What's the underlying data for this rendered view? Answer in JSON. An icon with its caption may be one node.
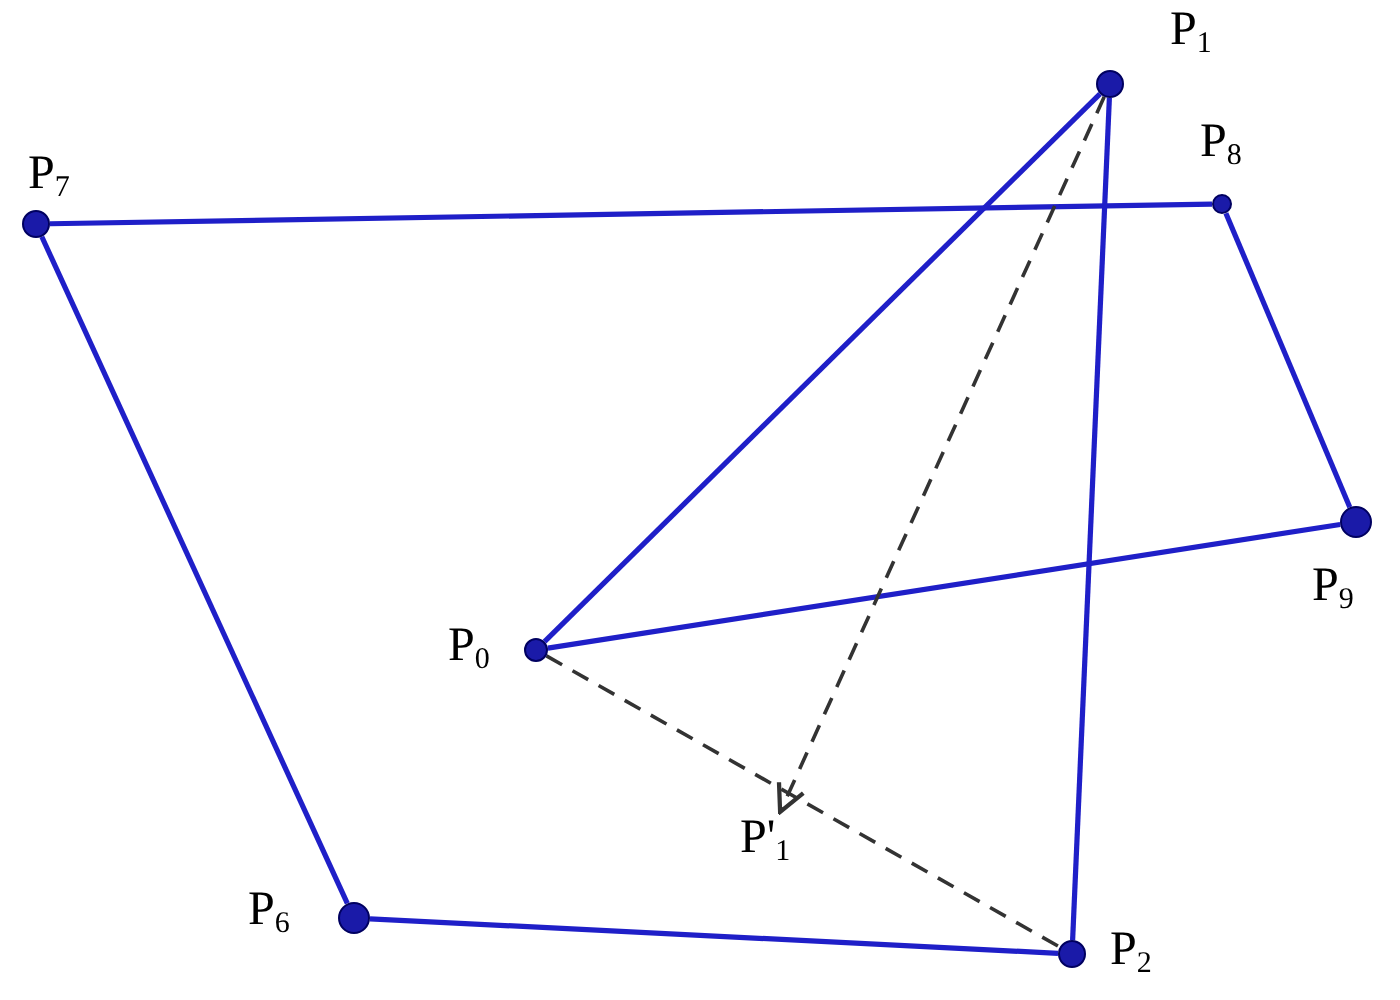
{
  "diagram": {
    "nodes": [
      {
        "text": [],
        "shape": "circle",
        "beside": [
          "P$_{1}$"
        ]
      },
      {
        "text": [],
        "shape": "circle",
        "beside": [
          "P$_{7}$"
        ]
      },
      {
        "text": [],
        "shape": "circle",
        "beside": [
          "P$_{8}$"
        ]
      },
      {
        "text": [],
        "shape": "circle",
        "beside": [
          "P$_{9}$"
        ]
      },
      {
        "text": [],
        "shape": "circle",
        "beside": [
          "P$_{0}$"
        ]
      },
      {
        "text": [
          "P'$_{1}$"
        ]
      },
      {
        "text": [],
        "shape": "circle",
        "beside": [
          "P$_{6}$"
        ]
      },
      {
        "text": [],
        "shape": "circle",
        "beside": [
          "P$_{2}$"
        ]
      }
    ],
    "edges": [
      {
        "from": 1,
        "to": 2,
        "arrow": "none"
      },
      {
        "from": 2,
        "to": 3,
        "arrow": "none"
      },
      {
        "from": 3,
        "to": 4,
        "arrow": "none"
      },
      {
        "from": 4,
        "to": 0,
        "arrow": "none"
      },
      {
        "from": 0,
        "to": 7,
        "arrow": "none"
      },
      {
        "from": 7,
        "to": 6,
        "arrow": "none"
      },
      {
        "from": 6,
        "to": 1,
        "arrow": "none"
      },
      {
        "from": 0,
        "to": 5,
        "arrow": "to",
        "style": "dashed",
        "color": "#333333"
      },
      {
        "from": 4,
        "to": 7,
        "arrow": "none",
        "style": "dashed",
        "color": "#333333"
      }
    ]
  }
}
